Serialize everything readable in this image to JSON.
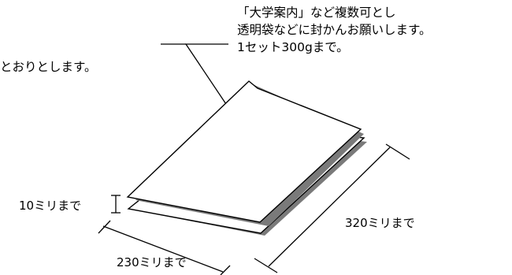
{
  "intro_text": "とおりとします。",
  "note": {
    "lines": [
      "「大学案内」など複数可とし",
      "透明袋などに封かんお願いします。",
      "1セット300gまで。"
    ]
  },
  "dimensions": {
    "thickness": "10ミリまで",
    "length": "320ミリまで",
    "width": "230ミリまで"
  }
}
